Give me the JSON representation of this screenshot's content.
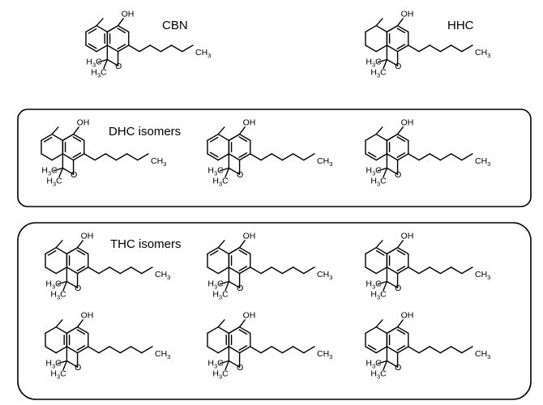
{
  "labels": {
    "cbn": "CBN",
    "hhc": "HHC",
    "dhc": "DHC isomers",
    "thc": "THC isomers"
  },
  "atoms": {
    "oh": "OH",
    "o": "O",
    "h3c_a": "H",
    "h3c_b": "C",
    "sub3": "3"
  },
  "colors": {
    "line": "#000000",
    "background": "#ffffff"
  },
  "molecules": [
    {
      "id": "cbn",
      "ring": "aromatic-A"
    },
    {
      "id": "hhc",
      "ring": "saturated"
    },
    {
      "id": "dhc-1",
      "ring": "diene-1"
    },
    {
      "id": "dhc-2",
      "ring": "diene-2"
    },
    {
      "id": "dhc-3",
      "ring": "diene-3"
    },
    {
      "id": "thc-1",
      "ring": "ene-a"
    },
    {
      "id": "thc-2",
      "ring": "ene-b"
    },
    {
      "id": "thc-3",
      "ring": "ene-c"
    },
    {
      "id": "thc-4",
      "ring": "ene-d"
    },
    {
      "id": "thc-5",
      "ring": "ene-e"
    },
    {
      "id": "thc-6",
      "ring": "ene-f"
    }
  ]
}
